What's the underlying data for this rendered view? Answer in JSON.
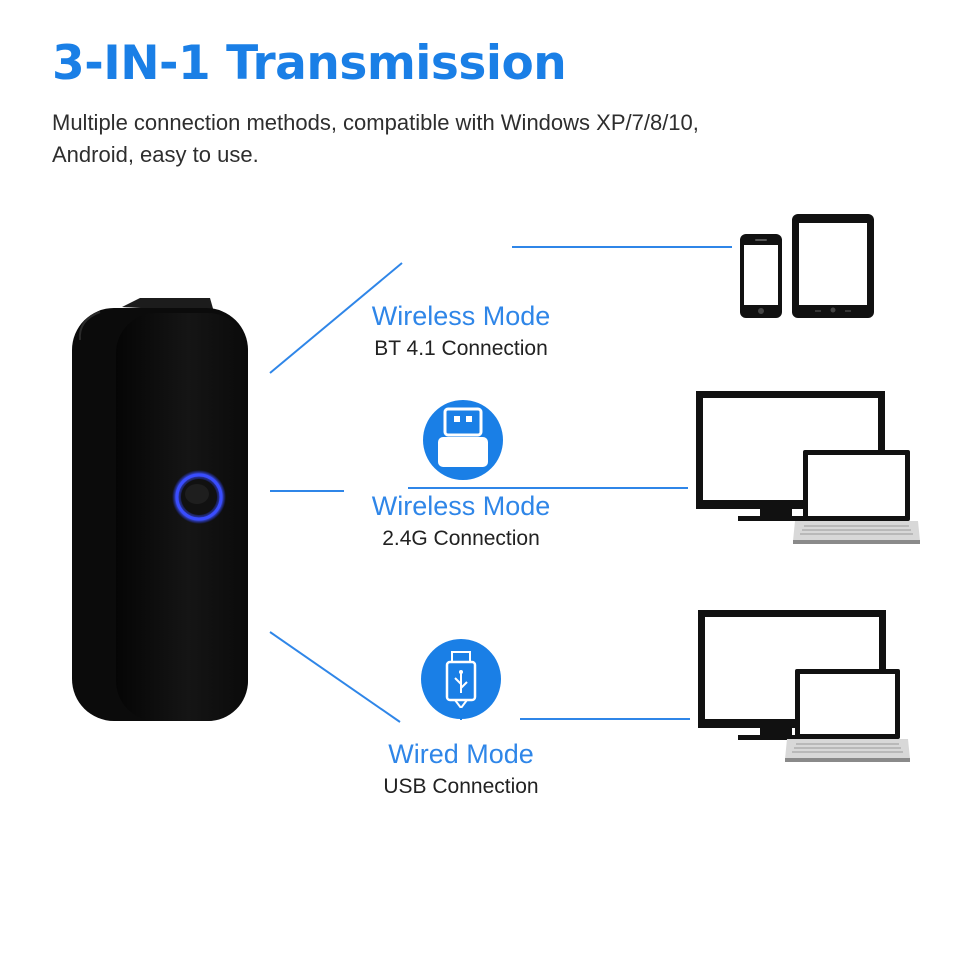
{
  "title": "3-IN-1 Transmission",
  "subtitle": "Multiple connection methods, compatible with Windows XP/7/8/10,\nAndroid,  easy to use.",
  "colors": {
    "accent": "#1a7fe6",
    "line": "#2f86e8",
    "device": "#0b0b0b"
  },
  "modes": [
    {
      "name": "Wireless Mode",
      "detail": "BT 4.1 Connection",
      "icon": "none",
      "targets": [
        "phone-icon",
        "tablet-icon"
      ]
    },
    {
      "name": "Wireless Mode",
      "detail": "2.4G Connection",
      "icon": "usb-dongle-icon",
      "targets": [
        "monitor-icon",
        "laptop-icon"
      ]
    },
    {
      "name": "Wired Mode",
      "detail": "USB Connection",
      "icon": "usb-cable-icon",
      "targets": [
        "monitor-icon",
        "laptop-icon"
      ]
    }
  ]
}
